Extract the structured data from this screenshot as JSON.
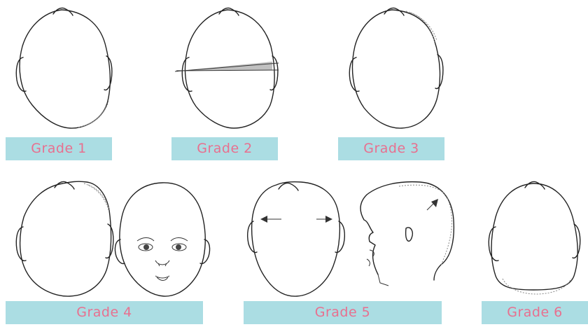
{
  "colors": {
    "label_bg": "#abdde3",
    "label_text": "#e8708f",
    "line": "#222222",
    "shade": "#8a8a8a"
  },
  "labels": {
    "grade1": "Grade 1",
    "grade2": "Grade 2",
    "grade3": "Grade 3",
    "grade4": "Grade 4",
    "grade5": "Grade 5",
    "grade6": "Grade 6"
  }
}
